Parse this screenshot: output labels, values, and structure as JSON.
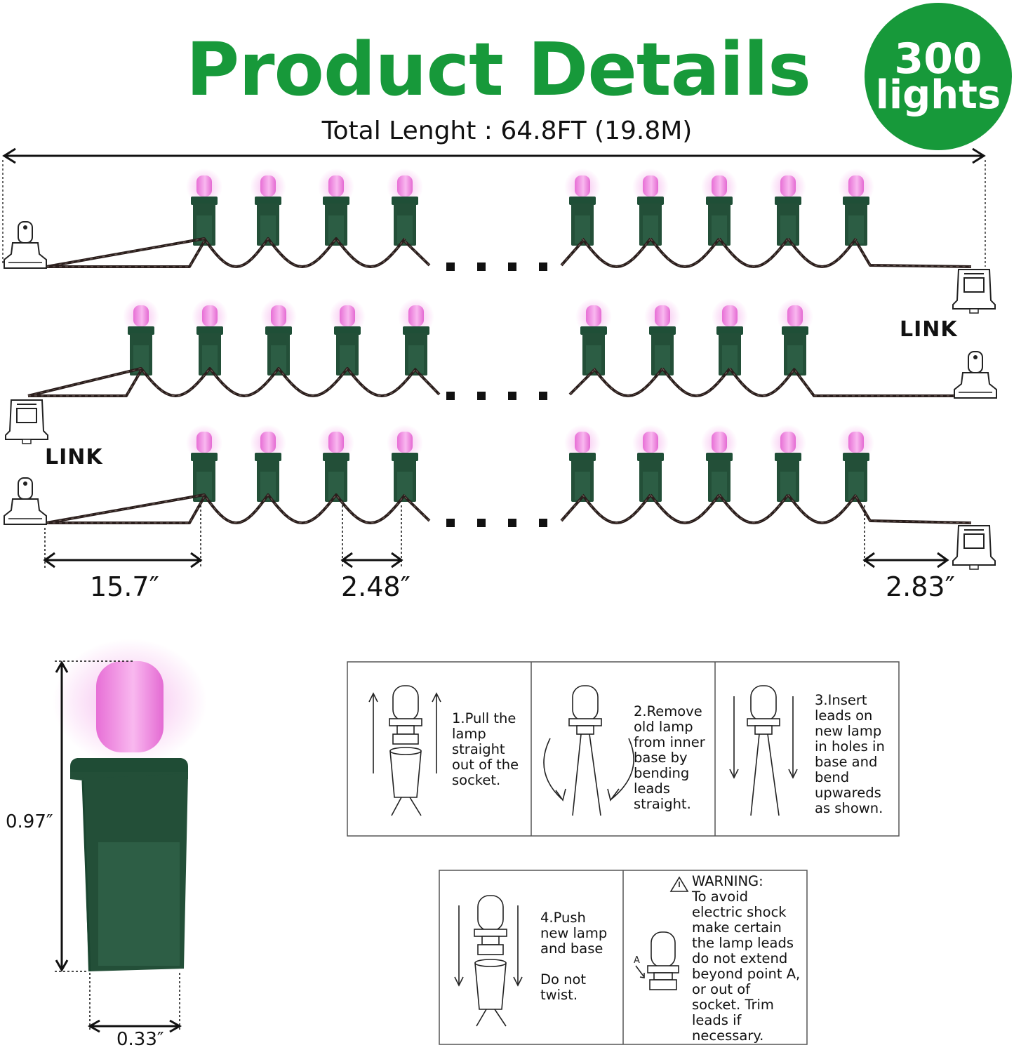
{
  "header": {
    "title": "Product Details",
    "badge_count": "300",
    "badge_unit": "lights",
    "total_length": "Total Lenght : 64.8FT (19.8M)"
  },
  "colors": {
    "brand_green": "#17993a",
    "bulb_pink": "#ee82df",
    "base_green": "#1f4f37",
    "wire": "#2a1e1c"
  },
  "labels": {
    "link_right": "LINK",
    "link_left": "LINK"
  },
  "dimensions": {
    "lead": "15.7″",
    "spacing": "2.48″",
    "tail": "2.83″",
    "bulb_height": "0.97″",
    "bulb_width": "0.33″"
  },
  "steps": [
    {
      "text": "1.Pull the\nlamp\nstraight\nout of the\nsocket."
    },
    {
      "text": "2.Remove\nold lamp\nfrom inner\nbase by\nbending\nleads\nstraight."
    },
    {
      "text": "3.Insert\nleads on\nnew lamp\nin holes in\nbase and\nbend\nupwareds\nas shown."
    },
    {
      "text": "4.Push\nnew lamp\nand base\n\nDo not\ntwist."
    }
  ],
  "warning": {
    "title": "WARNING:",
    "text": "To avoid\nelectric shock\nmake certain\nthe lamp leads\ndo not extend\nbeyond point A,\nor out of\nsocket. Trim\nleads if\nnecessary.",
    "point_label": "A"
  }
}
